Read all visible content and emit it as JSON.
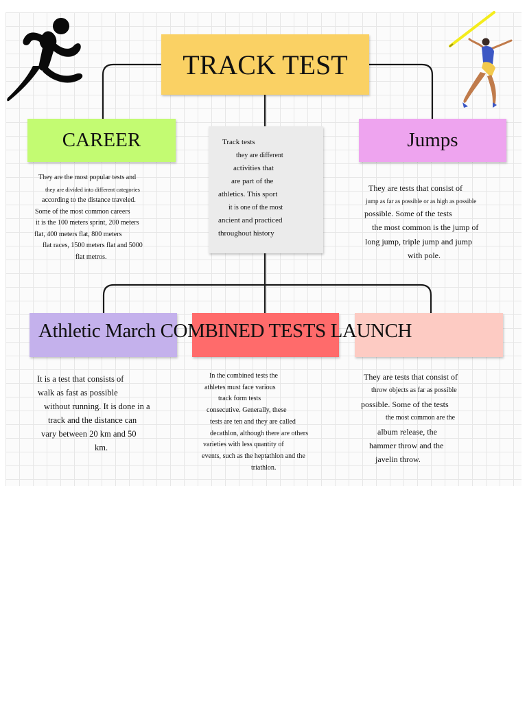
{
  "colors": {
    "title": "#fad164",
    "career": "#c3fb72",
    "jumps": "#eea4ef",
    "center": "#ebebeb",
    "athletic": "#c4b1ec",
    "combined": "#ff6b6b",
    "launch": "#fdcbc3",
    "connector": "#1a1a1a"
  },
  "icons": {
    "left": "runner-icon",
    "right": "javelin-thrower-icon"
  },
  "title": "TRACK TEST",
  "career": {
    "heading": "CAREER",
    "lines": [
      "They are the most popular tests and",
      "they are divided into different categories",
      "according to the distance traveled.",
      "Some of the most common careers",
      "it is the 100 meters sprint, 200 meters",
      "flat, 400 meters flat, 800 meters",
      "flat races, 1500 meters flat and 5000",
      "flat metros."
    ]
  },
  "center": {
    "lines": [
      "Track tests",
      "they are different",
      "activities that",
      "are part of the",
      "athletics. This sport",
      "it is one of the most",
      "ancient and practiced",
      "throughout history"
    ]
  },
  "jumps": {
    "heading": "Jumps",
    "lines": [
      "They are tests that consist of",
      "jump as far as possible or as high as possible",
      "possible. Some of the tests",
      "the most common is the jump of",
      "long jump, triple jump and jump",
      "with pole."
    ]
  },
  "row2_title": "Athletic March COMBINED TESTS LAUNCH",
  "athletic": {
    "lines": [
      "It is a test that consists of",
      "walk as fast as possible",
      "without running. It is done in a",
      "track and the distance can",
      "vary between 20 km and 50",
      "km."
    ]
  },
  "combined": {
    "lines": [
      "In the combined tests the",
      "athletes must face various",
      "track form tests",
      "consecutive. Generally, these",
      "tests are ten and they are called",
      "decathlon, although there are others",
      "varieties with less quantity of",
      "events, such as the heptathlon and the",
      "triathlon."
    ]
  },
  "launch": {
    "lines": [
      "They are tests that consist of",
      "throw objects as far as possible",
      "possible. Some of the tests",
      "the most common are the",
      "album release, the",
      "hammer throw and the",
      "javelin throw."
    ]
  }
}
